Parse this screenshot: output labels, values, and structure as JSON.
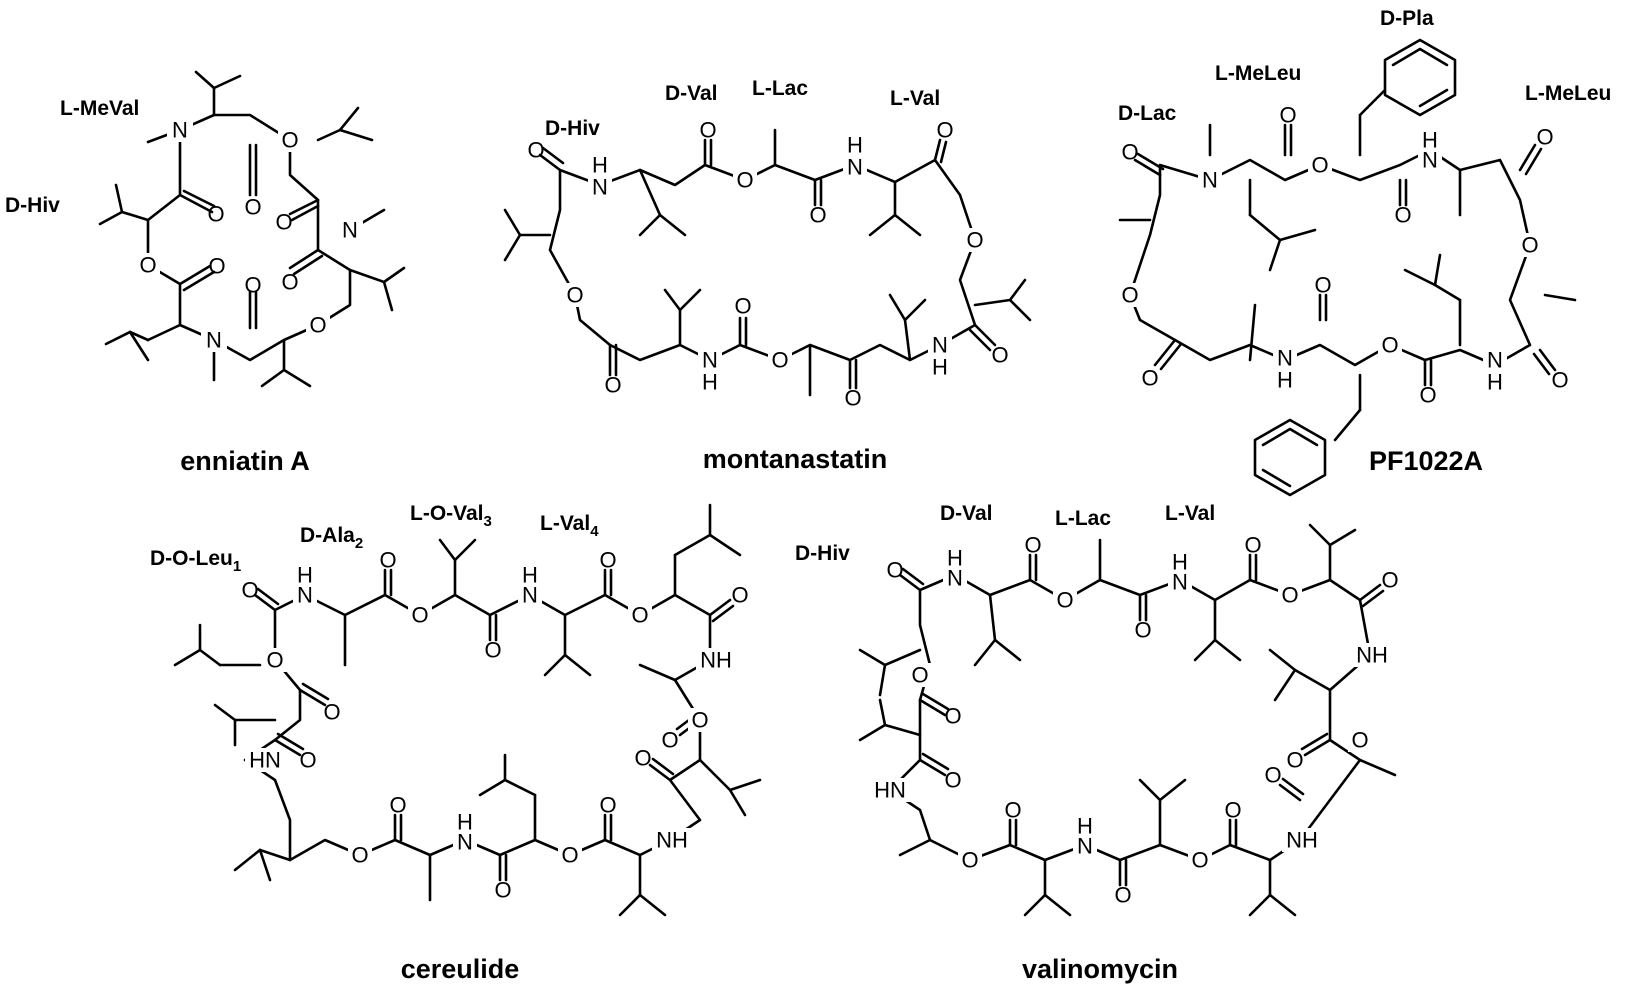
{
  "compounds": [
    {
      "key": "enniatin",
      "name": "enniatin A",
      "residues": [
        "L-MeVal",
        "D-Hiv"
      ]
    },
    {
      "key": "montanastatin",
      "name": "montanastatin",
      "residues": [
        "D-Hiv",
        "D-Val",
        "L-Lac",
        "L-Val"
      ]
    },
    {
      "key": "pf1022a",
      "name": "PF1022A",
      "residues": [
        "D-Lac",
        "L-MeLeu",
        "D-Pla",
        "L-MeLeu"
      ]
    },
    {
      "key": "cereulide",
      "name": "cereulide",
      "residues": [
        {
          "text": "D-O-Leu",
          "sub": "1"
        },
        {
          "text": "D-Ala",
          "sub": "2"
        },
        {
          "text": "L-O-Val",
          "sub": "3"
        },
        {
          "text": "L-Val",
          "sub": "4"
        }
      ]
    },
    {
      "key": "valinomycin",
      "name": "valinomycin",
      "residues": [
        "D-Hiv",
        "D-Val",
        "L-Lac",
        "L-Val"
      ]
    }
  ],
  "atom_labels": {
    "O": "O",
    "N": "N",
    "NH": "NH",
    "HN": "HN",
    "H": "H"
  }
}
